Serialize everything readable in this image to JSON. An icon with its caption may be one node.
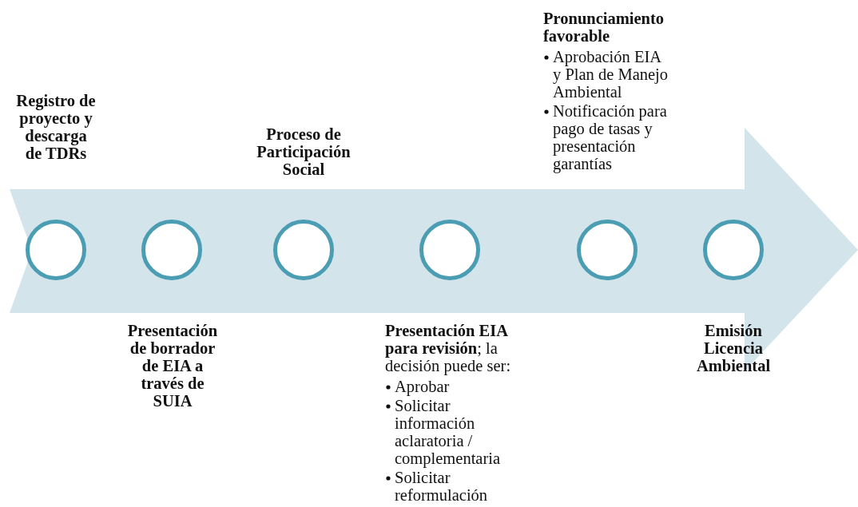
{
  "diagram": {
    "nodes": [
      {
        "text": [],
        "shape": "arrow"
      },
      {
        "text": [],
        "shape": "circle",
        "in": 0,
        "beside": [
          "Registro de proyecto y descarga de TDRs"
        ]
      },
      {
        "text": [],
        "shape": "circle",
        "in": 0,
        "beside": [
          "Presentación de borrador de EIA a través de SUIA"
        ]
      },
      {
        "text": [],
        "shape": "circle",
        "in": 0,
        "beside": [
          "Proceso de Participación Social"
        ]
      },
      {
        "text": [],
        "shape": "circle",
        "in": 0,
        "beside": [
          "**Presentación EIA para revisión**; la decisión puede ser:",
          "Aprobar",
          "Solicitar información aclaratoria / complementaria",
          "Solicitar reformulación"
        ]
      },
      {
        "text": [],
        "shape": "circle",
        "in": 0,
        "beside": [
          "Pronunciamiento favorable",
          "Aprobación EIA y Plan de Manejo Ambiental",
          "Notificación para pago de tasas y presentación garantías"
        ]
      },
      {
        "text": [],
        "shape": "circle",
        "in": 0,
        "beside": [
          "Emisión Licencia Ambiental"
        ]
      }
    ]
  }
}
